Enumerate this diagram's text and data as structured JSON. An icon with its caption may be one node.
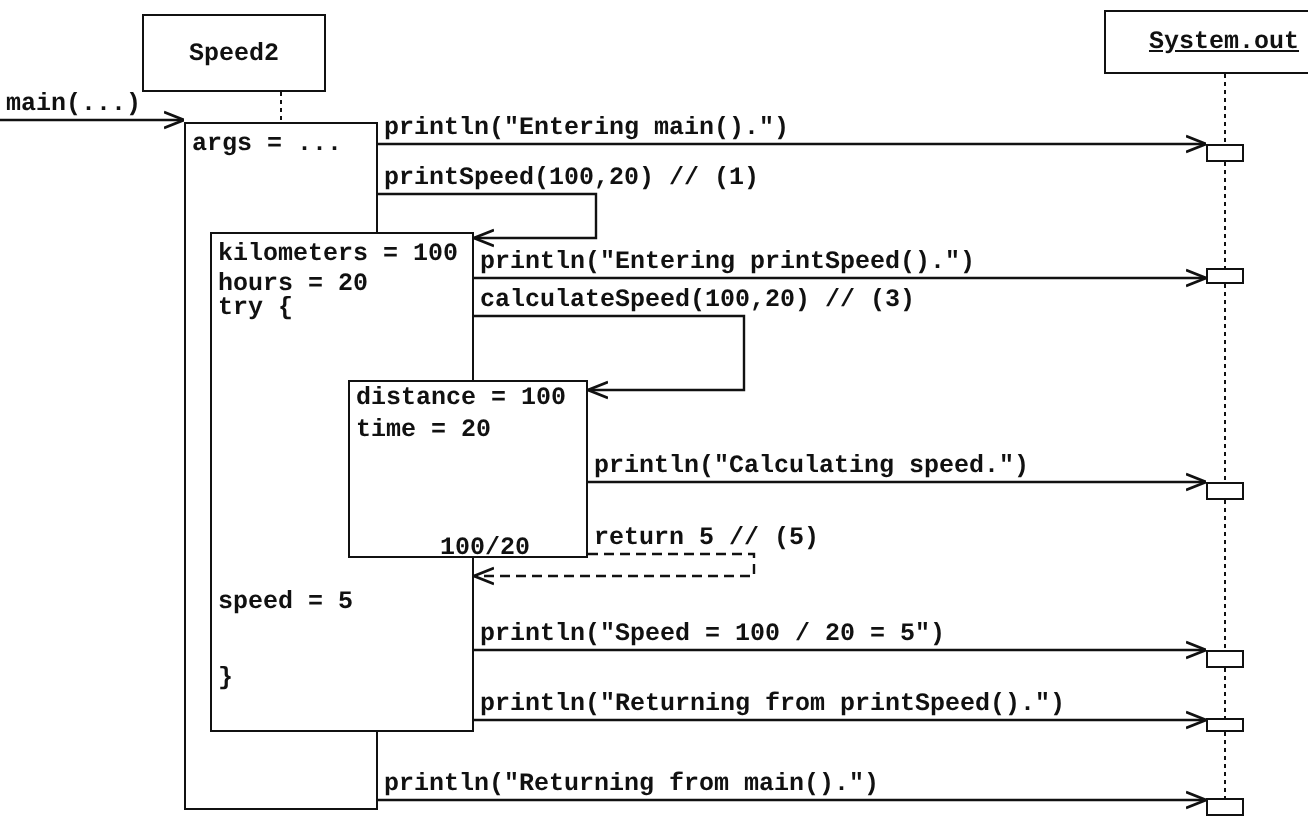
{
  "diagram": {
    "nodes": [
      {
        "text": [
          "Speed2"
        ]
      },
      {
        "text": [
          "System.out"
        ]
      },
      {
        "text": [
          "args = ..."
        ]
      },
      {
        "text": [
          "kilometers = 100",
          "hours = 20",
          "try {",
          "speed = 5",
          "}"
        ]
      },
      {
        "text": [
          "distance = 100",
          "time = 20",
          "100/20"
        ]
      },
      {
        "text": [],
        "shape": "box"
      },
      {
        "text": [],
        "shape": "box"
      },
      {
        "text": [],
        "shape": "box"
      },
      {
        "text": [],
        "shape": "box"
      },
      {
        "text": [],
        "shape": "box"
      },
      {
        "text": [],
        "shape": "box"
      }
    ],
    "edges": [
      {
        "from": null,
        "to": 2,
        "arrow": "to",
        "label": "main(...)"
      },
      {
        "from": 2,
        "to": 5,
        "arrow": "to",
        "label": "println(\"Entering main().\")"
      },
      {
        "from": 2,
        "to": 3,
        "arrow": "to",
        "label": "printSpeed(100,20) // (1)"
      },
      {
        "from": 3,
        "to": 6,
        "arrow": "to",
        "label": "println(\"Entering printSpeed().\")"
      },
      {
        "from": 3,
        "to": 4,
        "arrow": "to",
        "label": "calculateSpeed(100,20) // (3)"
      },
      {
        "from": 4,
        "to": 7,
        "arrow": "to",
        "label": "println(\"Calculating speed.\")"
      },
      {
        "from": 4,
        "to": 3,
        "arrow": "to",
        "label": "return 5 // (5)",
        "style": "dashed"
      },
      {
        "from": 3,
        "to": 8,
        "arrow": "to",
        "label": "println(\"Speed = 100 / 20 = 5\")"
      },
      {
        "from": 3,
        "to": 9,
        "arrow": "to",
        "label": "println(\"Returning from printSpeed().\")"
      },
      {
        "from": 2,
        "to": 10,
        "arrow": "to",
        "label": "println(\"Returning from main().\")"
      },
      {
        "from": 0,
        "to": 2,
        "arrow": "none",
        "style": "dashed"
      },
      {
        "from": 1,
        "to": 5,
        "arrow": "none",
        "style": "dashed"
      },
      {
        "from": 5,
        "to": 6,
        "arrow": "none",
        "style": "dashed"
      },
      {
        "from": 6,
        "to": 7,
        "arrow": "none",
        "style": "dashed"
      },
      {
        "from": 7,
        "to": 8,
        "arrow": "none",
        "style": "dashed"
      },
      {
        "from": 8,
        "to": 9,
        "arrow": "none",
        "style": "dashed"
      },
      {
        "from": 9,
        "to": 10,
        "arrow": "none",
        "style": "dashed"
      }
    ]
  }
}
